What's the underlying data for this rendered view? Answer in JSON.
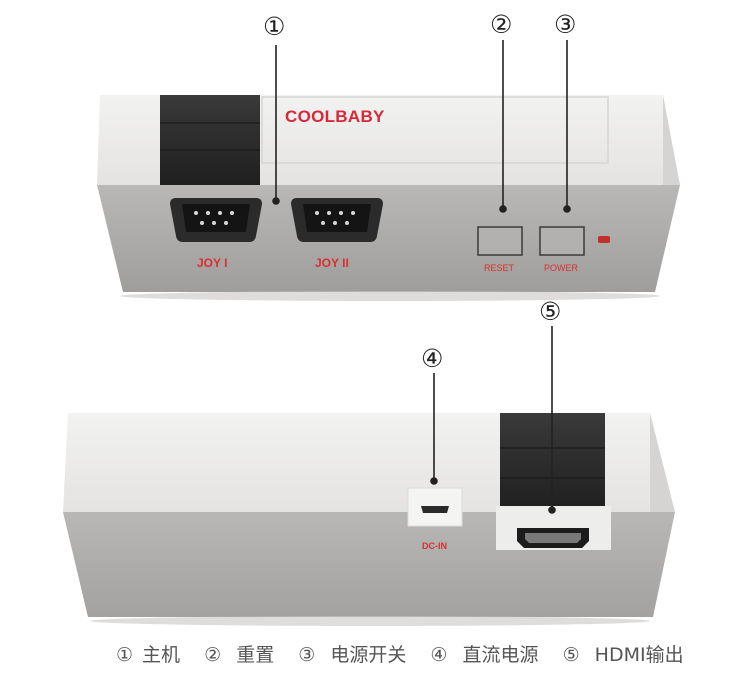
{
  "brand": "COOLBABY",
  "front_labels": {
    "joy1": "JOY I",
    "joy2": "JOY II",
    "reset": "RESET",
    "power": "POWER"
  },
  "rear_labels": {
    "dcin": "DC-IN"
  },
  "callouts": [
    "①",
    "②",
    "③",
    "④",
    "⑤"
  ],
  "caption": [
    {
      "num": "①",
      "text": "主机"
    },
    {
      "num": "②",
      "text": "重置"
    },
    {
      "num": "③",
      "text": "电源开关"
    },
    {
      "num": "④",
      "text": "直流电源"
    },
    {
      "num": "⑤",
      "text": "HDMI输出"
    }
  ],
  "colors": {
    "shell_light": "#ededeb",
    "shell_gray": "#a9a8a6",
    "slot_black": "#2a2a2a",
    "label_red": "#d8302c"
  }
}
